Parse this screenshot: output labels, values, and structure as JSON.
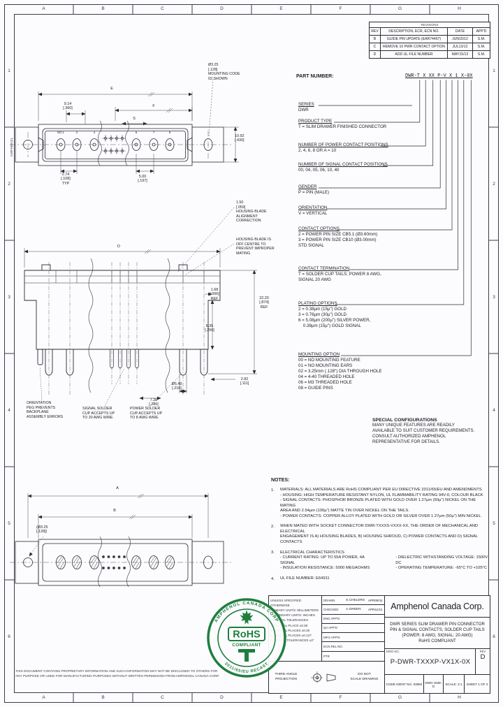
{
  "page": {
    "bg": "#fcfbfe",
    "line_color": "#2b2b33",
    "accent_green": "#1e7f3e"
  },
  "zones": {
    "top": [
      "A",
      "B",
      "C",
      "D",
      "E",
      "F",
      "G",
      "H"
    ],
    "left": [
      "1",
      "2",
      "3",
      "4",
      "5",
      "6"
    ]
  },
  "revision_table": {
    "title": "REVISIONS",
    "headers": [
      "REV",
      "DESCRIPTION, ECR, ECN NO.",
      "DATE",
      "APP'D"
    ],
    "rows": [
      [
        "B",
        "GUIDE PIN UPDATE (EAR74457)",
        "JUN15/12",
        "S.M."
      ],
      [
        "C",
        "REMOVE 10 PWR CONTACT OPTION",
        "JUL13/12",
        "S.M."
      ],
      [
        "D",
        "ADD UL FILE NUMBER",
        "MAY15/13",
        "S.M."
      ]
    ]
  },
  "part_number": {
    "label": "PART NUMBER:",
    "value": "DWR-T X XX P-V X 1 X-0X",
    "breakdown": [
      {
        "h": "SERIES",
        "b": "DWR"
      },
      {
        "h": "PRODUCT TYPE",
        "b": "T = SLIM DRAWER FINISHED CONNECTOR"
      },
      {
        "h": "NUMBER OF POWER CONTACT POSITIONS",
        "b": "2, 4, 6, 8 OR A = 10"
      },
      {
        "h": "NUMBER OF SIGNAL CONTACT POSITIONS",
        "b": "00, 04, 05, 06, 10, 40"
      },
      {
        "h": "GENDER",
        "b": "P = PIN (MALE)"
      },
      {
        "h": "ORIENTATION",
        "b": "V = VERTICAL"
      },
      {
        "h": "CONTACT OPTIONS",
        "b": "2 = POWER PIN SIZE CB5.1 (Ø3.60mm)\n3 = POWER PIN SIZE CB10 (Ø3.00mm)\nSTD SIGNAL"
      },
      {
        "h": "CONTACT TERMINATION",
        "b": "T = SOLDER CUP TAILS; POWER 8 AWG,\nSIGNAL 20 AWG"
      },
      {
        "h": "PLATING OPTIONS",
        "b": "2 = 0.38µm (15µ\") GOLD\n3 = 0.76µm (30µ\") GOLD\n6 = 5.08µm (200µ\") SILVER POWER,\n    0.38µm (15µ\") GOLD SIGNAL"
      },
      {
        "h": "MOUNTING OPTION",
        "b": "00 = NO MOUNTING FEATURE\n01 = NO MOUNTING EARS\n02 = 3.25mm (.128\") DIA THROUGH HOLE\n04 = 4-40 THREADED HOLE\n06 = M3 THREADED HOLE\n08 = GUIDE PINS"
      }
    ]
  },
  "special_configurations": {
    "heading": "SPECIAL CONFIGURATIONS",
    "body": "MANY UNIQUE FEATURES ARE READILY\nAVAILABLE TO SUIT CUSTOMER REQUIREMENTS.\nCONSULT AUTHORIZED AMPHENOL\nREPRESENTATIVE FOR DETAILS."
  },
  "dims": {
    "v1": {
      "e": "E",
      "f": "F",
      "s": "S",
      "d914": "9.14\n[.360]",
      "d1092": "10.92\n[.430]",
      "d274": "2.74\n[.108]\nTYP",
      "d500": "5.00\n[.197]",
      "note": "Ø3.25\n[.128]\nMOUNTING CODE\n02 SHOWN",
      "side": "AMPHENOL",
      "pins": [
        "NO.1",
        "2",
        "4",
        "5",
        "7",
        "8"
      ]
    },
    "v2": {
      "d": "D",
      "blade1": "1.50\n[.059]\nHOUSING BLADE\nALIGNMENT\nCORRECTION",
      "blade2": "HOUSING BLADE IS\nOFF CENTRE TO\nPREVENT IMPROPER\nMATING",
      "ref1": "1.68\n[.066]\nREF",
      "ref2": "22.20\n[.874]\nREF",
      "d635": "6.35\n[.250]",
      "d282": "2.82\n[.111]",
      "d726": "7.26\n[.286]",
      "d549": "Ø5.49\n[.216]",
      "lblo": "ORIENTATION\nPEG PREVENTS\nBACKPLANE\nASSEMBLY ERRORS",
      "lbls": "SIGNAL SOLDER\nCUP ACCEPTS UP\nTO 20 AWG WIRE",
      "lblp": "POWER SOLDER\nCUP ACCEPTS UP\nTO 8 AWG WIRE"
    },
    "v3": {
      "a": "A",
      "b": "B",
      "hole": "(Ø3.25\n[.128])"
    }
  },
  "notes": {
    "heading": "NOTES:",
    "n1_num": "1.",
    "n1": "MATERIALS: ALL MATERIALS ARE RoHS COMPLIANT PER EU DIRECTIVE 2011/65/EU AND AMENDMENTS\n- HOUSING: HIGH TEMPERATURE RESISTANT NYLON, UL FLAMMABILITY RATING 94V-0, COLOUR BLACK\n- SIGNAL CONTACTS: PHOSPHOR BRONZE PLATED WITH GOLD OVER 1.27µm (50µ\") NICKEL ON THE MATING\nAREA AND 2.54µm (100µ\") MATTE TIN OVER NICKEL ON THE TAILS.\n- POWER CONTACTS: COPPER ALLOY PLATED WITH GOLD OR SILVER OVER 1.27µm (50µ\") MIN NICKEL",
    "n2_num": "2.",
    "n2": "WHEN MATED WITH SOCKET CONNECTOR DWR-TXXXS-VXXX-XX, THE ORDER OF MECHANICAL AND ELECTRICAL\nENGAGEMENT IS A) HOUSING BLADES, B) HOUSING SHROUD, C) POWER CONTACTS AND D) SIGNAL CONTACTS",
    "n3_num": "3.",
    "n3_title": "ELECTRICAL CHARACTERISTICS",
    "n3_left": "- CURRENT RATING: UP TO 55A POWER, 4A SIGNAL\n- INSULATION RESISTANCE: 5000 MEGAOHMS",
    "n3_right": "- DIELECTRIC WITHSTANDING VOLTAGE: 1500V DC\n- OPERATING TEMPERATURE: -65°C TO +105°C",
    "n4_num": "4.",
    "n4": "UL FILE NUMBER: E64911"
  },
  "rohs": {
    "arc_top": "AMPHENOL CANADA CORP",
    "arc_bottom": "2011/65/EU RECAST",
    "main": "RoHS",
    "sub": "COMPLIANT",
    "color": "#1e7f3e"
  },
  "title_block": {
    "tolerances": "UNLESS SPECIFIED OTHERWISE\nPRIMARY UNITS: MILLIMETERS\nSECONDARY UNITS: INCHES\nGENERAL TOLERANCES\n1 DECIMAL PLACE ±0.38\n2 DECIMAL PLACES ±0.25\n3 DECIMAL PLACES ±0.127\nANGULAR TOLERANCES ±3°",
    "approvals": [
      {
        "label": "DRAWN",
        "value": "S.CHELERS",
        "date": "APR09/11"
      },
      {
        "label": "CHECKED",
        "value": "A.GREEN",
        "date": "APR11/11"
      },
      {
        "label": "ENG APP'D",
        "value": "",
        "date": ""
      },
      {
        "label": "QA APP'D",
        "value": "",
        "date": ""
      },
      {
        "label": "MFG APP'D",
        "value": "",
        "date": ""
      },
      {
        "label": "ECN REL NO.",
        "value": "",
        "date": ""
      },
      {
        "label": "PTR",
        "value": "",
        "date": ""
      }
    ],
    "projection": "THIRD ANGLE\nPROJECTION",
    "do_not_scale": "DO NOT\nSCALE DRAWING",
    "company": "Amphenol Canada Corp.",
    "description": "DWR SERIES SLIM DRAWER PIN CONNECTOR\nPIN & SIGNAL CONTACTS, SOLDER CUP TAILS\n(POWER: 8 AWG, SIGNAL: 20 AWG)\nRoHS COMPLIANT",
    "dwg_no_label": "DWG NO.",
    "dwg_no": "P-DWR-TXXXP-VX1X-0X",
    "rev_label": "REV",
    "rev": "D",
    "code_ident": "CODE IDENT NO. 03884",
    "size": "DWG SIZE: D",
    "scale": "SCALE: 2:1",
    "sheet": "SHEET 1 OF 2"
  },
  "disclaimer": "THIS DOCUMENT CONTAINS PROPRIETARY INFORMATION AND SUCH INFORMATION MAY NOT BE DISCLOSED TO OTHERS FOR\nANY PURPOSE OR USED FOR MANUFACTURING PURPOSES WITHOUT WRITTEN PERMISSION FROM AMPHENOL CANADA CORP."
}
